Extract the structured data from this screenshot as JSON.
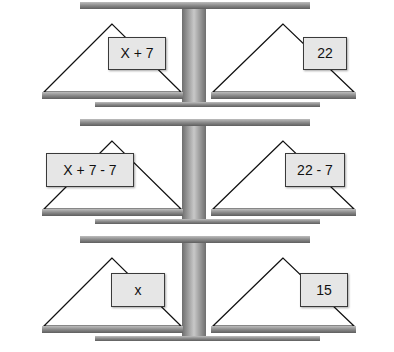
{
  "diagram": {
    "nodes": [
      {
        "text": [
          "X + 7"
        ]
      },
      {
        "text": [
          "22"
        ]
      },
      {
        "text": [
          "X + 7 - 7"
        ]
      },
      {
        "text": [
          "22 - 7"
        ]
      },
      {
        "text": [
          "x"
        ]
      },
      {
        "text": [
          "15"
        ]
      }
    ]
  }
}
